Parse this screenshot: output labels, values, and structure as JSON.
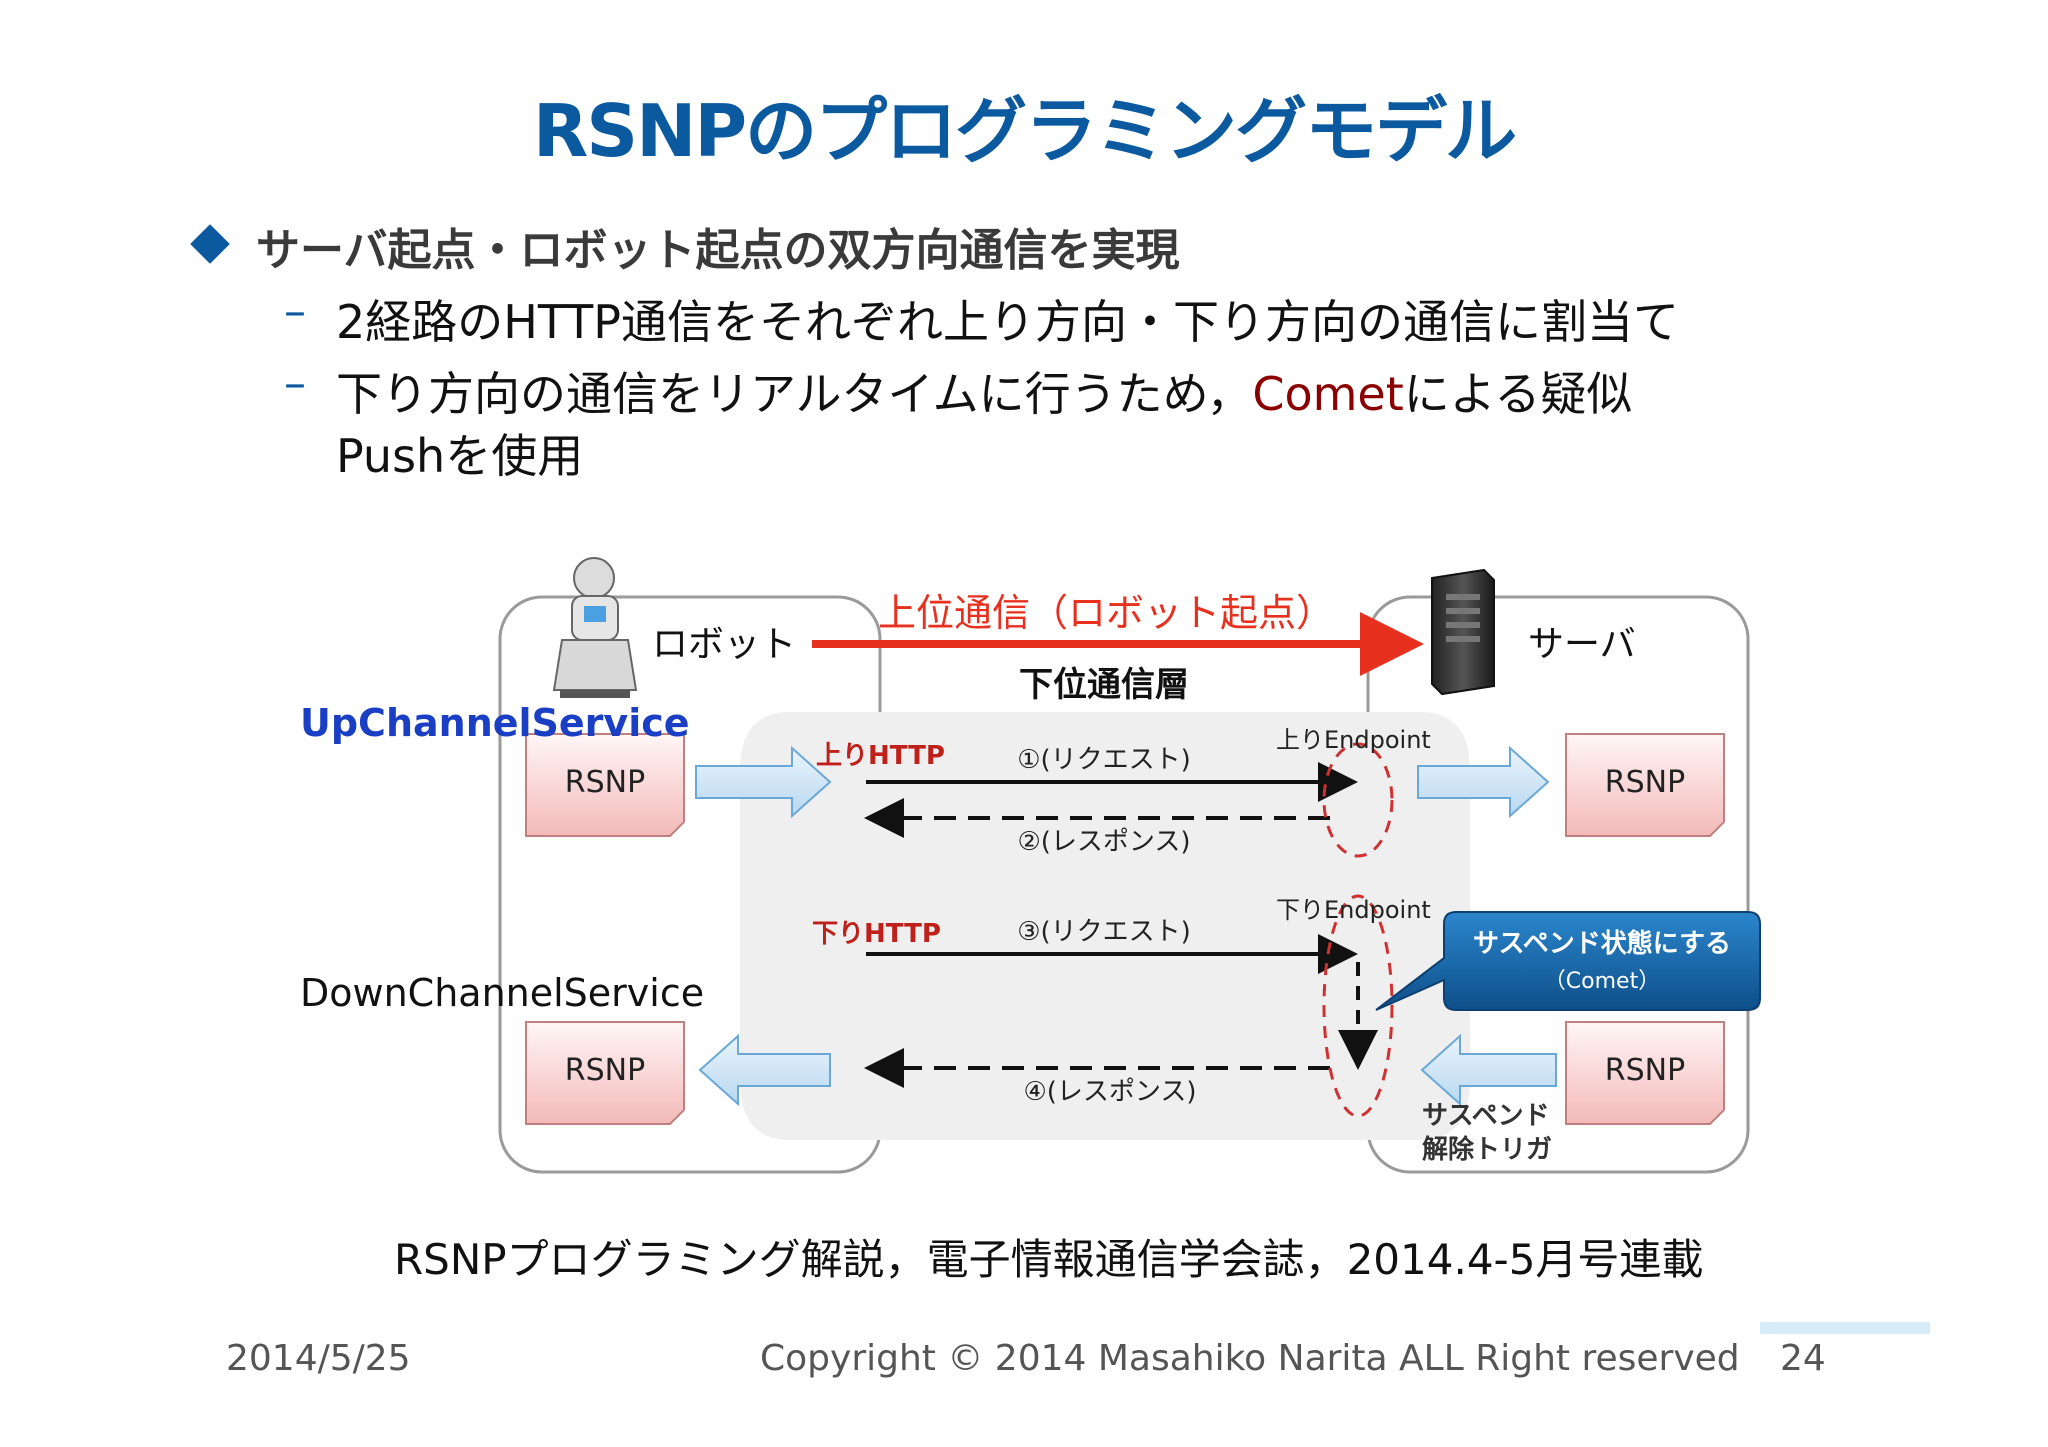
{
  "slide": {
    "title": "RSNPのプログラミングモデル",
    "bullet_main": "サーバ起点・ロボット起点の双方向通信を実現",
    "sub_items": [
      {
        "dash": "–",
        "text": "2経路のHTTP通信をそれぞれ上り方向・下り方向の通信に割当て"
      },
      {
        "dash": "–",
        "text_before": "下り方向の通信をリアルタイムに行うため，",
        "highlight": "Comet",
        "text_after": "による疑似",
        "text_line2": "Pushを使用"
      }
    ],
    "citation": "RSNPプログラミング解説，電子情報通信学会誌，2014.4-5月号連載",
    "footer": {
      "date": "2014/5/25",
      "copyright": "Copyright © 2014 Masahiko Narita ALL Right reserved",
      "page": "24"
    }
  },
  "diagram": {
    "robot_label": "ロボット",
    "server_label": "サーバ",
    "upper_comm_label": "上位通信（ロボット起点）",
    "lower_layer_label": "下位通信層",
    "up_service": "UpChannelService",
    "down_service": "DownChannelService",
    "rsnp_label": "RSNP",
    "up_http": "上りHTTP",
    "down_http": "下りHTTP",
    "up_endpoint": "上りEndpoint",
    "down_endpoint": "下りEndpoint",
    "step1": "①(リクエスト)",
    "step2": "②(レスポンス)",
    "step3": "③(リクエスト)",
    "step4": "④(レスポンス)",
    "callout_line1": "サスペンド状態にする",
    "callout_line2": "（Comet）",
    "suspend_line1": "サスペンド",
    "suspend_line2": "解除トリガ",
    "colors": {
      "title_blue": "#0b5aa0",
      "upper_arrow_red": "#e8301e",
      "up_service_blue": "#1a3fc4",
      "callout_blue": "#1667a8",
      "label_red": "#c0201a"
    }
  }
}
